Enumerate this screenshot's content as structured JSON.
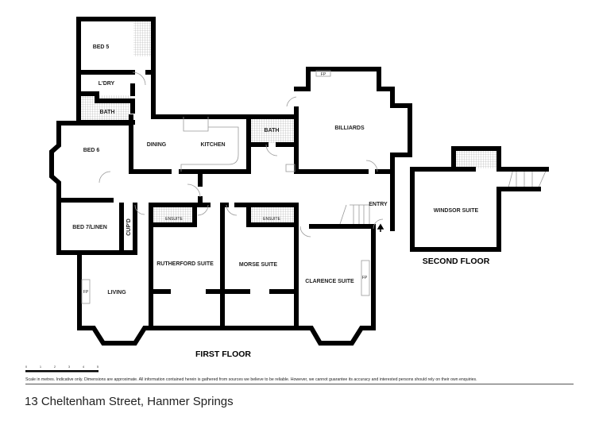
{
  "address": "13 Cheltenham Street, Hanmer Springs",
  "disclaimer": "Scale in metres. Indicative only. Dimensions are approximate. All information contained herein is gathered from sources we believe to be reliable. However, we cannot guarantee its accuracy and interested persons should rely on their own enquiries.",
  "scale": {
    "ticks": [
      "0",
      "1",
      "2",
      "3",
      "4",
      "5"
    ],
    "unit": "metres"
  },
  "floors": {
    "first": "FIRST FLOOR",
    "second": "SECOND FLOOR"
  },
  "rooms": {
    "bed5": "BED 5",
    "laundry": "L'DRY",
    "bath1": "BATH",
    "bed6": "BED 6",
    "dining": "DINING",
    "kitchen": "KITCHEN",
    "bath2": "BATH",
    "billiards": "BILLIARDS",
    "fp_billiards": "FP",
    "entry": "ENTRY",
    "bed7": "BED 7/LINEN",
    "cupd": "CUP'D",
    "ensuite1": "ENSUITE",
    "ensuite2": "ENSUITE",
    "rutherford": "RUTHERFORD SUITE",
    "morse": "MORSE SUITE",
    "clarence": "CLARENCE SUITE",
    "fp_clarence": "FP",
    "living": "LIVING",
    "fp_living": "FP",
    "windsor": "WINDSOR SUITE"
  }
}
